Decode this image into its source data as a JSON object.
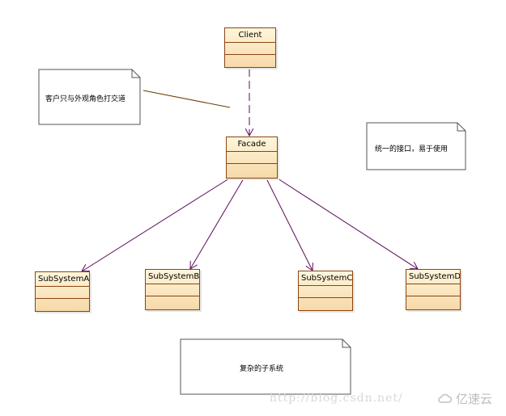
{
  "diagram": {
    "classes": {
      "client": "Client",
      "facade": "Facade",
      "subsystem_a": "SubSystemA",
      "subsystem_b": "SubSystemB",
      "subsystem_c": "SubSystemC",
      "subsystem_d": "SubSystemD"
    },
    "notes": {
      "client_note": "客户只与外观角色打交道",
      "interface_note": "统一的接口，易于使用",
      "subsystem_note": "复杂的子系统"
    }
  },
  "watermark": {
    "url": "http://blog.csdn.net/",
    "brand": "亿速云"
  },
  "colors": {
    "class_border": "#8b4513",
    "class_fill_top": "#fff6dc",
    "class_fill_bottom": "#f6d9a8",
    "link_line": "#5b0a5b"
  }
}
